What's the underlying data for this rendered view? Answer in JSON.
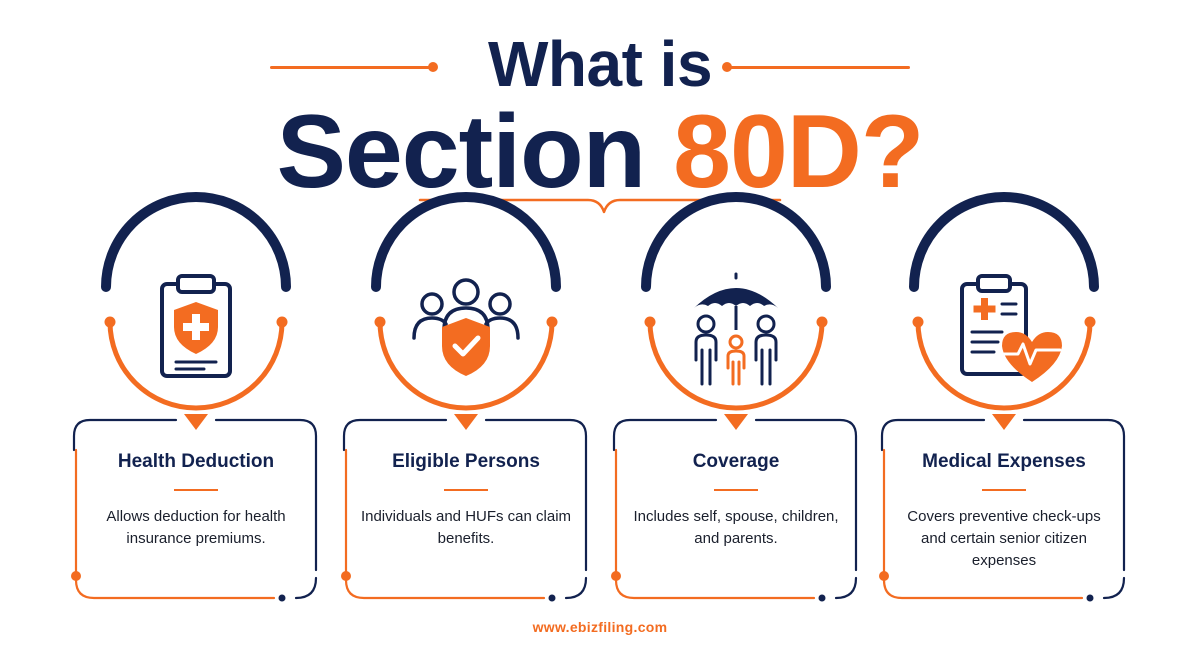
{
  "title": {
    "line1": "What is",
    "line2_main": "Section",
    "line2_accent": "80D?"
  },
  "cards": [
    {
      "icon": "clipboard-shield-icon",
      "title": "Health Deduction",
      "desc": "Allows deduction for health insurance premiums."
    },
    {
      "icon": "people-shield-check-icon",
      "title": "Eligible Persons",
      "desc": "Individuals and HUFs can claim benefits."
    },
    {
      "icon": "family-umbrella-icon",
      "title": "Coverage",
      "desc": "Includes self, spouse, children, and parents."
    },
    {
      "icon": "medical-report-heart-icon",
      "title": "Medical Expenses",
      "desc": "Covers preventive check-ups and certain senior citizen expenses"
    }
  ],
  "footer": {
    "url": "www.ebizfiling.com"
  },
  "colors": {
    "navy": "#12224f",
    "orange": "#f36c21",
    "background": "#ffffff"
  }
}
